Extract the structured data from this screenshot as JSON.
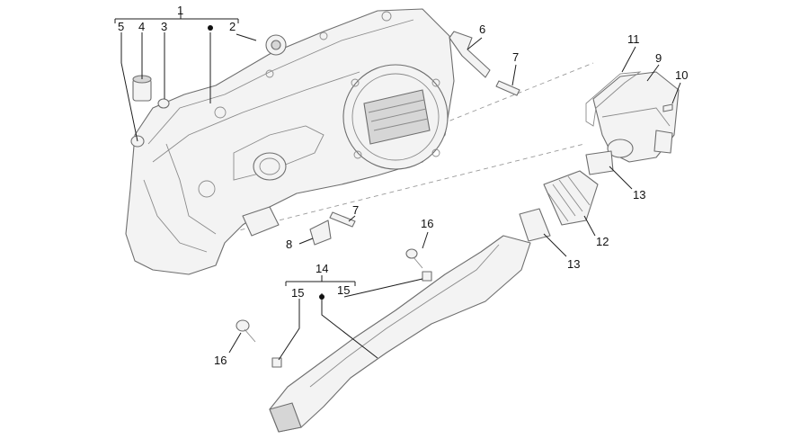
{
  "callouts": {
    "c1": "1",
    "c2": "2",
    "c3": "3",
    "c4": "4",
    "c5": "5",
    "c6": "6",
    "c7a": "7",
    "c7b": "7",
    "c8": "8",
    "c9": "9",
    "c10": "10",
    "c11": "11",
    "c12": "12",
    "c13a": "13",
    "c13b": "13",
    "c14": "14",
    "c15a": "15",
    "c15b": "15",
    "c16a": "16",
    "c16b": "16"
  },
  "colors": {
    "line": "#6e6e6e",
    "fill": "#f3f3f3",
    "text": "#111111"
  }
}
